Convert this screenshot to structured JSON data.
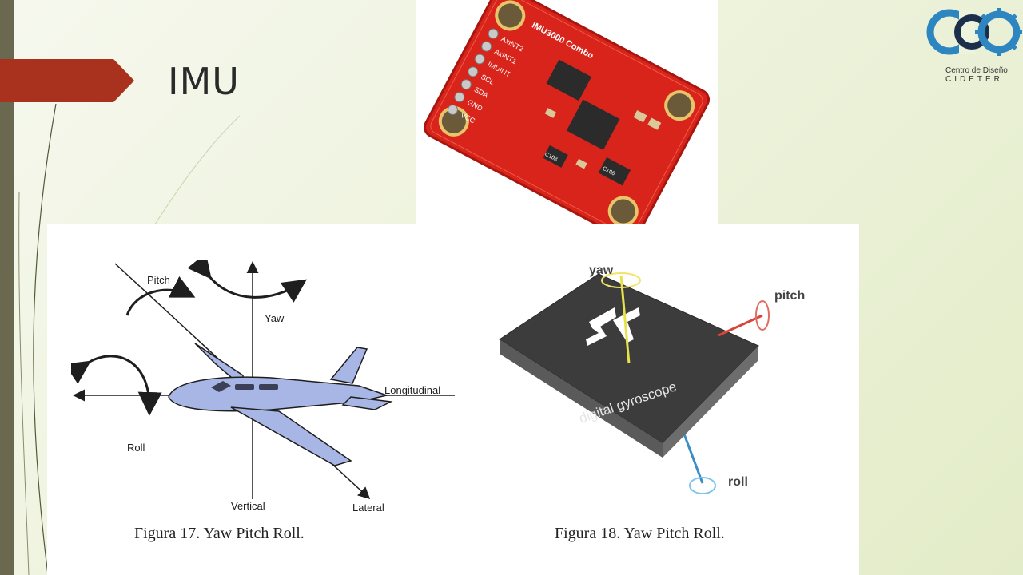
{
  "slide": {
    "title": "IMU"
  },
  "logo": {
    "name": "CDO",
    "subtitle_line1": "Centro de Diseño",
    "subtitle_line2": "CIDETER"
  },
  "board_photo": {
    "silkscreen_title": "IMU3000 Combo",
    "pin_labels": [
      "AxINT2",
      "AxINT1",
      "IMUINT",
      "SCL",
      "SDA",
      "GND",
      "VCC"
    ],
    "component_labels": [
      "C106",
      "C103"
    ],
    "colors": {
      "pcb": "#d9241c",
      "chip": "#2b2b2b"
    }
  },
  "figure17": {
    "labels": {
      "pitch": "Pitch",
      "yaw": "Yaw",
      "roll": "Roll",
      "longitudinal": "Longitudinal",
      "vertical": "Vertical",
      "lateral": "Lateral"
    },
    "caption": "Figura 17. Yaw Pitch Roll.",
    "colors": {
      "plane": "#a8b6e6",
      "outline": "#1e1e1e"
    }
  },
  "figure18": {
    "chip_label": "digital gyroscope",
    "chip_logo": "ST",
    "labels": {
      "yaw": "yaw",
      "pitch": "pitch",
      "roll": "roll"
    },
    "caption": "Figura 18. Yaw Pitch Roll.",
    "colors": {
      "yaw": "#e8e24a",
      "pitch": "#d9443a",
      "roll": "#3a8ec4",
      "chip": "#3c3c3c"
    }
  }
}
